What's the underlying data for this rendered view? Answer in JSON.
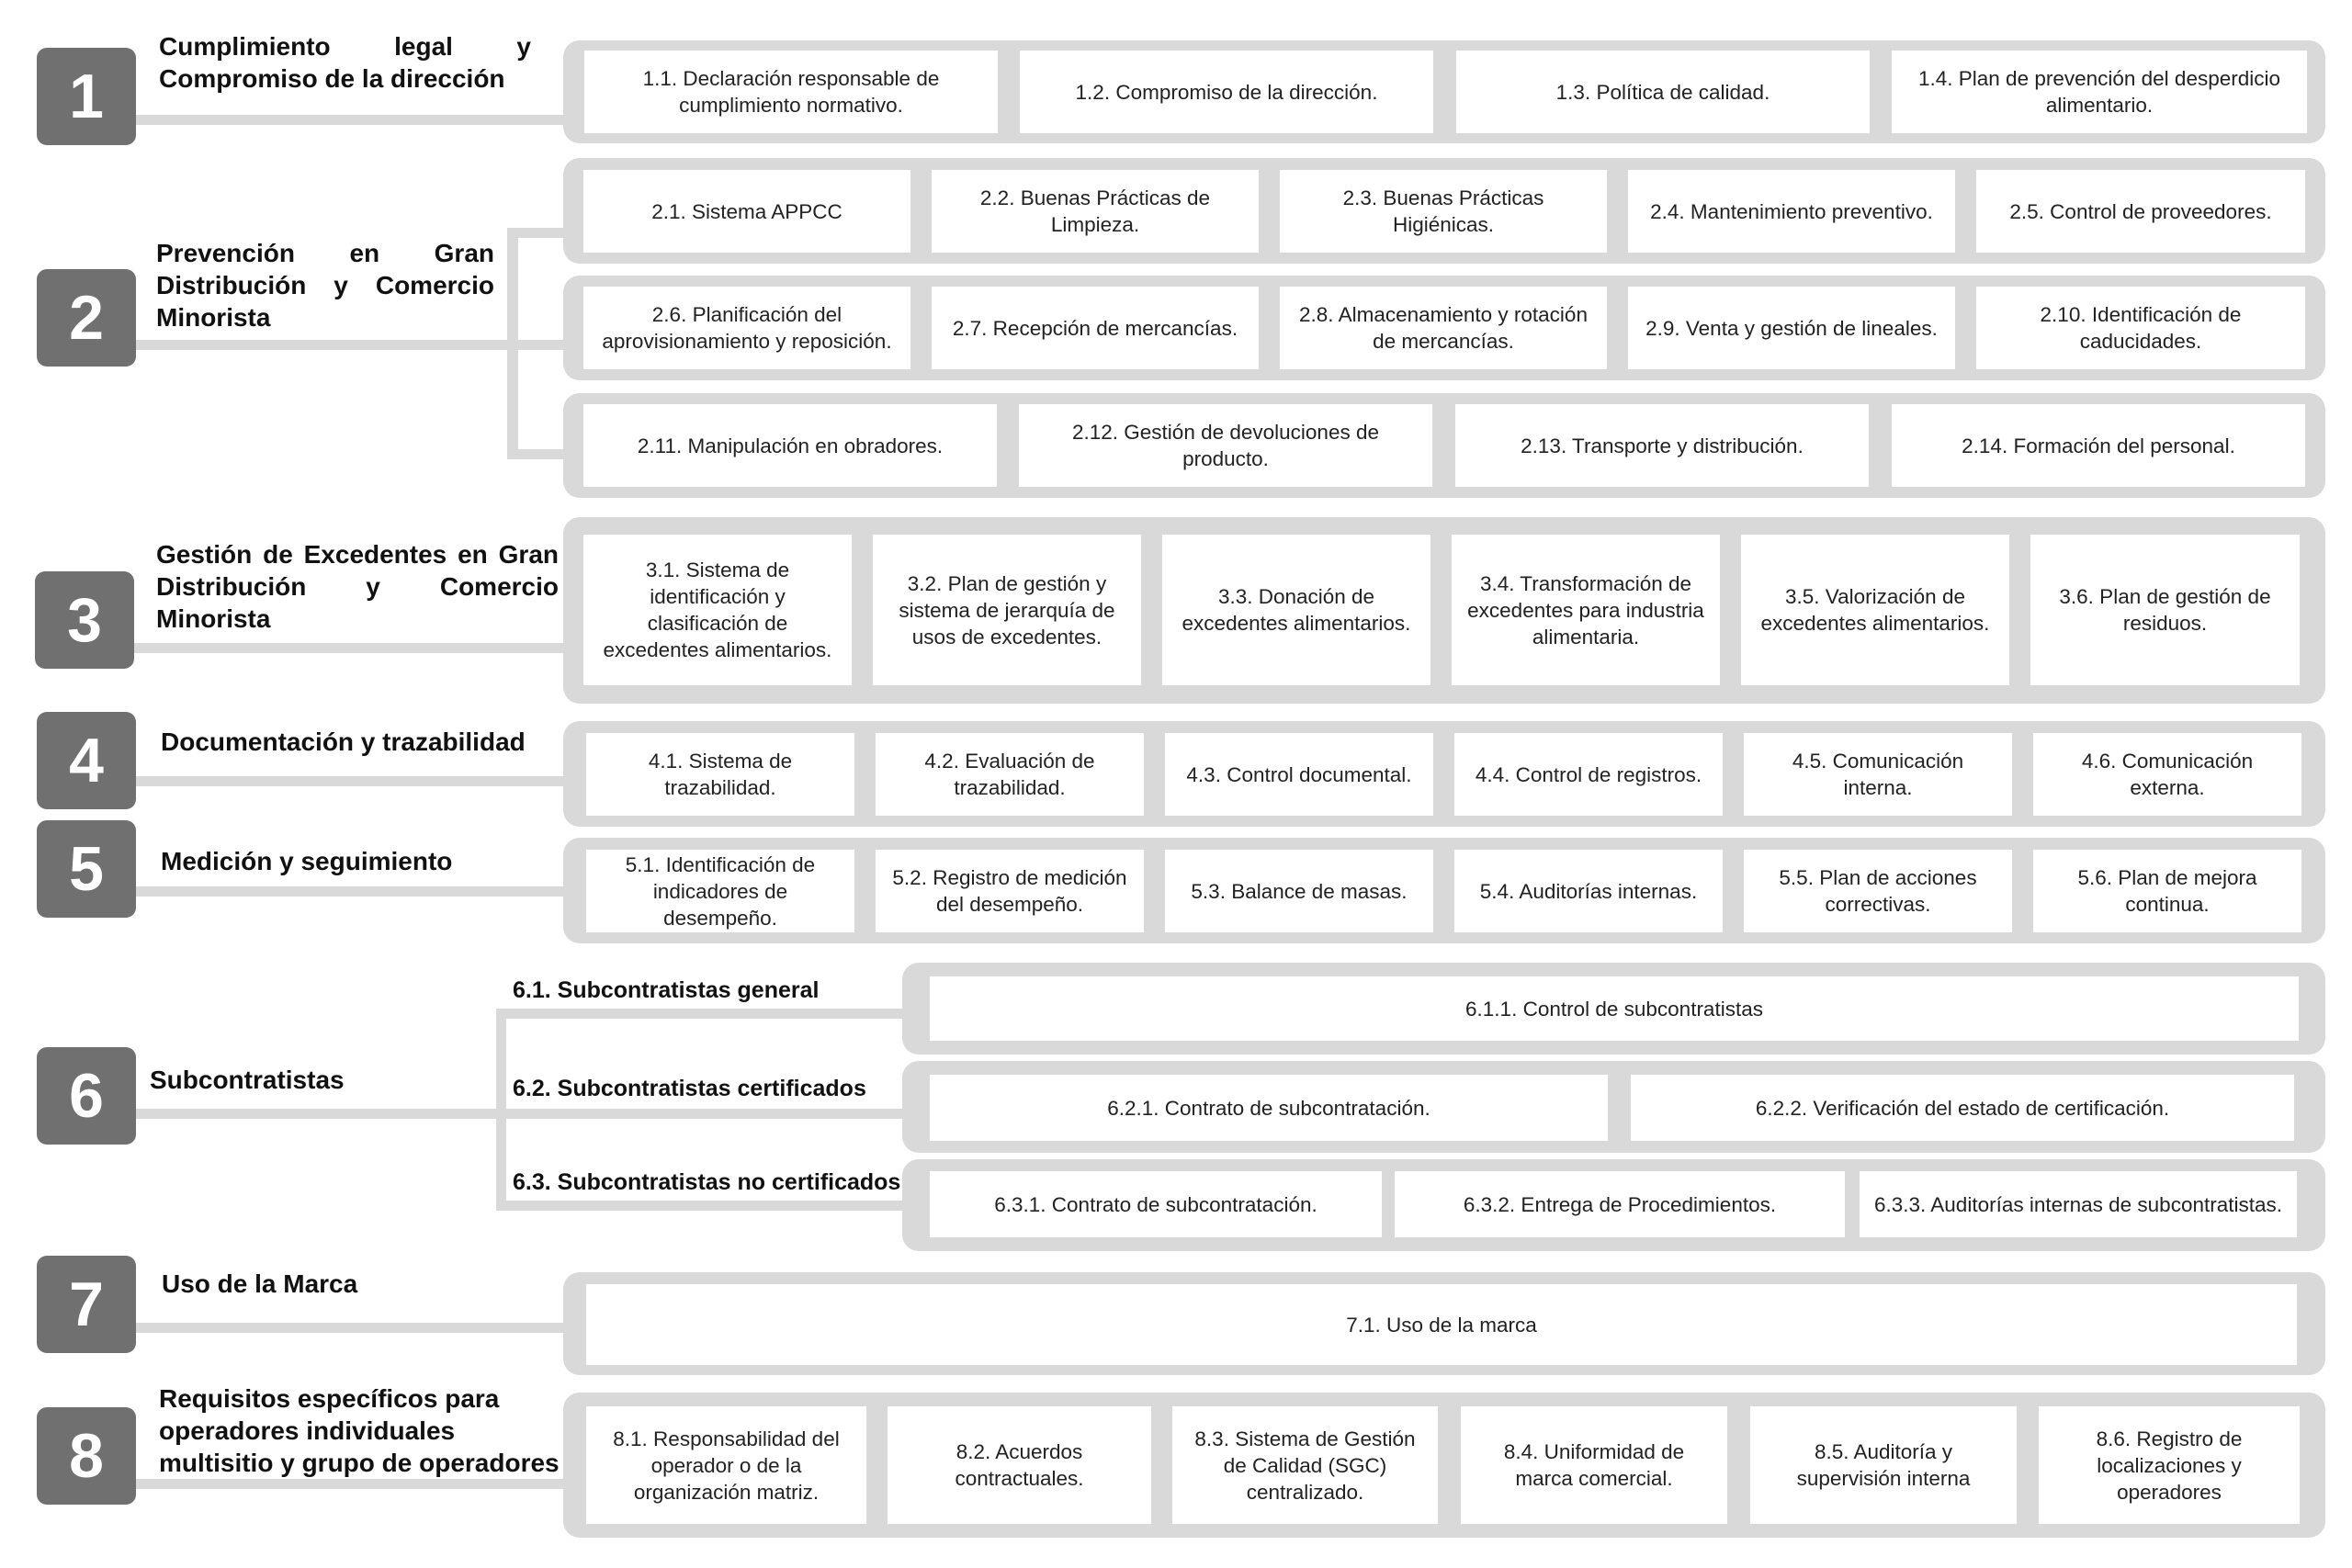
{
  "sections": {
    "s1": {
      "number": "1",
      "title": "Cumplimiento legal y Compromiso de la dirección",
      "items": [
        "1.1. Declaración responsable de cumplimiento normativo.",
        "1.2.   Compromiso de la dirección.",
        "1.3.   Política de calidad.",
        "1.4.   Plan de prevención del desperdicio alimentario."
      ]
    },
    "s2": {
      "number": "2",
      "title": "Prevención en Gran Distribución y Comercio Minorista",
      "items": [
        "2.1.    Sistema APPCC",
        "2.2. Buenas Prácticas de Limpieza.",
        "2.3. Buenas Prácticas Higiénicas.",
        "2.4. Mantenimiento preventivo.",
        "2.5. Control de proveedores.",
        "2.6. Planificación del aprovisionamiento y reposición.",
        "2.7. Recepción de mercancías.",
        "2.8. Almacenamiento y rotación de mercancías.",
        "2.9. Venta y gestión de lineales.",
        "2.10. Identificación de caducidades.",
        "2.11. Manipulación en obradores.",
        "2.12. Gestión de devoluciones de producto.",
        "2.13. Transporte y distribución.",
        "2.14. Formación del personal."
      ]
    },
    "s3": {
      "number": "3",
      "title": "Gestión de Excedentes en Gran Distribución y Comercio Minorista",
      "items": [
        "3.1. Sistema de identificación y clasificación de excedentes alimentarios.",
        "3.2. Plan de gestión y sistema de jerarquía de usos de excedentes.",
        "3.3. Donación de excedentes alimentarios.",
        "3.4. Transformación de excedentes para industria alimentaria.",
        "3.5. Valorización de excedentes alimentarios.",
        "3.6. Plan de gestión de residuos."
      ]
    },
    "s4": {
      "number": "4",
      "title": "Documentación y trazabilidad",
      "items": [
        "4.1.   Sistema de trazabilidad.",
        "4.2.   Evaluación de trazabilidad.",
        "4.3.   Control documental.",
        "4.4. Control de registros.",
        "4.5.   Comunicación interna.",
        "4.6.  Comunicación externa."
      ]
    },
    "s5": {
      "number": "5",
      "title": "Medición y seguimiento",
      "items": [
        "5.1. Identificación de indicadores de desempeño.",
        "5.2. Registro de medición del desempeño.",
        "5.3. Balance de masas.",
        "5.4. Auditorías internas.",
        "5.5.   Plan de acciones correctivas.",
        "5.6.  Plan de mejora continua."
      ]
    },
    "s6": {
      "number": "6",
      "title": "Subcontratistas",
      "subs": [
        "6.1. Subcontratistas general",
        "6.2. Subcontratistas certificados",
        "6.3. Subcontratistas no certificados"
      ],
      "items": [
        "6.1.1.   Control de subcontratistas",
        "6.2.1. Contrato de subcontratación.",
        "6.2.2. Verificación del estado de certificación.",
        "6.3.1. Contrato de subcontratación.",
        "6.3.2. Entrega de Procedimientos.",
        "6.3.3. Auditorías internas de subcontratistas."
      ]
    },
    "s7": {
      "number": "7",
      "title": "Uso de la Marca",
      "items": [
        "7.1.   Uso de la marca"
      ]
    },
    "s8": {
      "number": "8",
      "title": "Requisitos específicos para operadores individuales multisitio y grupo de operadores",
      "items": [
        "8.1. Responsabilidad del operador o de la organización matriz.",
        "8.2. Acuerdos contractuales.",
        "8.3. Sistema de Gestión de Calidad (SGC) centralizado.",
        "8.4. Uniformidad de marca comercial.",
        "8.5.   Auditoría y supervisión interna",
        "8.6.  Registro de localizaciones y operadores"
      ]
    }
  },
  "colors": {
    "number_box": "#707070",
    "band": "#d9d9d9",
    "cell": "#ffffff"
  }
}
